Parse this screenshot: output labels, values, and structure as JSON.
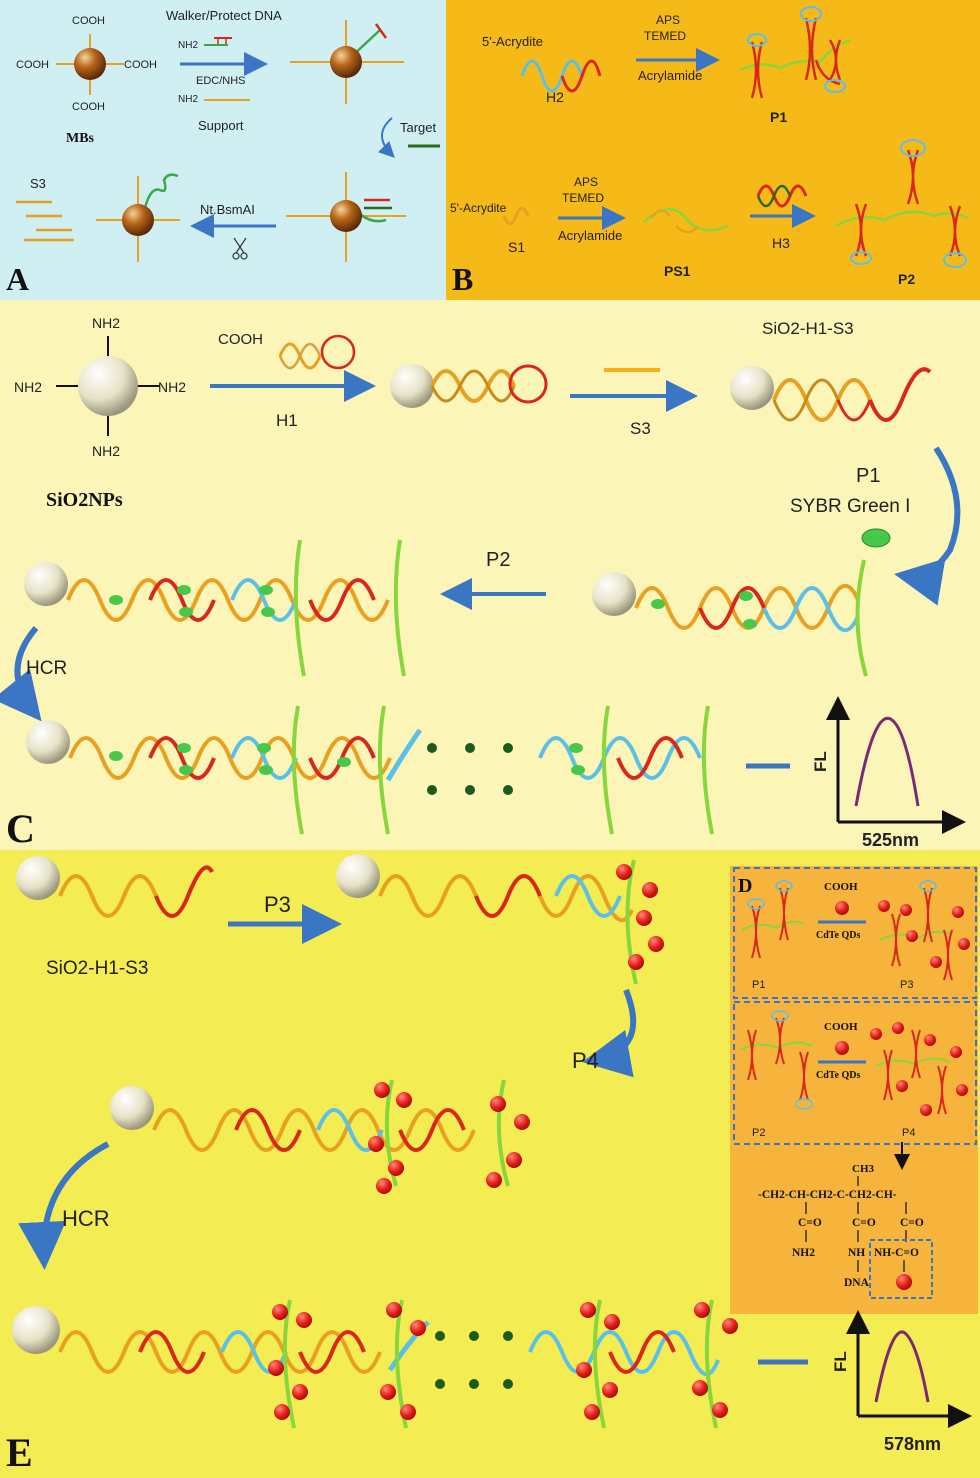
{
  "panelA": {
    "label": "A",
    "mb_label": "MBs",
    "cooh_top": "COOH",
    "cooh_left": "COOH",
    "cooh_right": "COOH",
    "cooh_bottom": "COOH",
    "walker_label": "Walker/Protect DNA",
    "nh2_a": "NH2",
    "edc_label": "EDC/NHS",
    "nh2_b": "NH2",
    "support_label": "Support",
    "target_label": "Target",
    "s3_label": "S3",
    "ntbsmai_label": "Nt.BsmAI"
  },
  "panelB": {
    "label": "B",
    "acrydite_1": "5'-Acrydite",
    "h2": "H2",
    "aps_1": "APS",
    "temed_1": "TEMED",
    "acrylamide_1": "Acrylamide",
    "p1": "P1",
    "acrydite_2": "5'-Acrydite",
    "s1": "S1",
    "aps_2": "APS",
    "temed_2": "TEMED",
    "acrylamide_2": "Acrylamide",
    "ps1": "PS1",
    "h3": "H3",
    "p2": "P2"
  },
  "panelC": {
    "label": "C",
    "nh2_top": "NH2",
    "nh2_left": "NH2",
    "nh2_right": "NH2",
    "nh2_bottom": "NH2",
    "sio2nps": "SiO2NPs",
    "cooh": "COOH",
    "h1": "H1",
    "s3": "S3",
    "sio2_h1_s3": "SiO2-H1-S3",
    "p1": "P1",
    "sybr": "SYBR Green I",
    "p2": "P2",
    "hcr": "HCR",
    "fl": "FL",
    "wavelength": "525nm"
  },
  "panelD": {
    "label": "D",
    "cooh_1": "COOH",
    "cdte_1": "CdTe QDs",
    "p1": "P1",
    "p3": "P3",
    "cooh_2": "COOH",
    "cdte_2": "CdTe QDs",
    "p2": "P2",
    "p4": "P4",
    "ch3": "CH3",
    "chain": "-CH2-CH-CH2-C-CH2-CH-",
    "co_1": "C=O",
    "co_2": "C=O",
    "co_3": "C=O",
    "nh2": "NH2",
    "nh": "NH",
    "nhco": "NH-C=O",
    "dna": "DNA"
  },
  "panelE": {
    "label": "E",
    "p3": "P3",
    "sio2_h1_s3": "SiO2-H1-S3",
    "p4": "P4",
    "hcr": "HCR",
    "fl": "FL",
    "wavelength": "578nm"
  },
  "colors": {
    "panelA_bg": "#cfeff3",
    "panelB_bg": "#f6ba18",
    "panelC_bg": "#fbf5b8",
    "panelE_bg": "#f3ec53",
    "panelD_bg": "#f6b43c",
    "arrow": "#3a76c4",
    "strand_orange": "#e8a020",
    "strand_red": "#d8281c",
    "strand_blue": "#5bc0e8",
    "strand_green": "#86d63c",
    "qd_red": "#e8201c",
    "sybr_green": "#48c848"
  }
}
